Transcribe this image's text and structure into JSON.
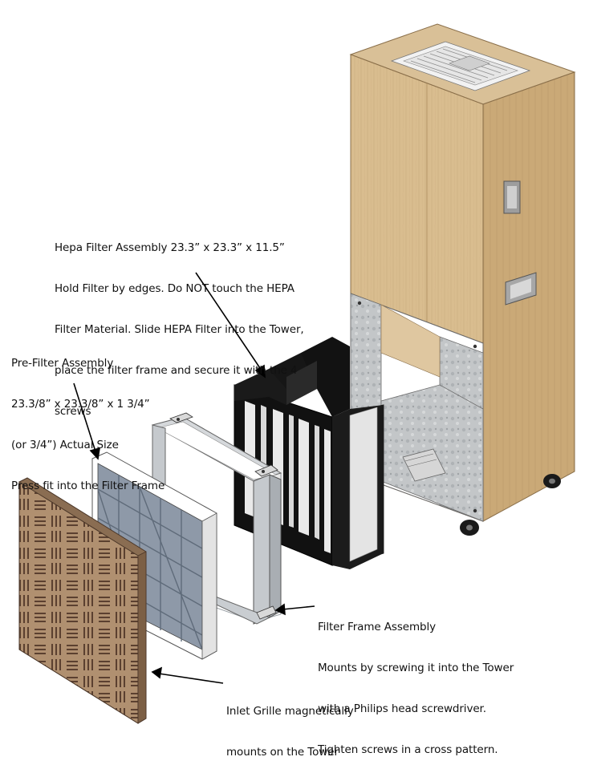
{
  "callouts": {
    "hepa": {
      "lines": [
        "Hepa Filter Assembly 23.3” x 23.3” x 11.5”",
        "Hold Filter by edges. Do NOT touch the HEPA",
        "Filter Material. Slide HEPA Filter into the Tower,",
        "place the filter frame and secure it with the 4",
        "screws"
      ]
    },
    "prefilter": {
      "lines": [
        "Pre-Filter Assembly",
        "23.3/8” x 23.3/8” x 1 3/4”",
        "(or 3/4”) Actual Size",
        "Press fit into the Filter Frame"
      ]
    },
    "frame": {
      "lines": [
        "Filter Frame Assembly",
        "Mounts by screwing it into the Tower",
        "with a Philips head screwdriver.",
        "Tighten screws in a cross pattern."
      ]
    },
    "grille": {
      "lines": [
        "Inlet Grille magnetically",
        "mounts on the Tower"
      ]
    }
  },
  "colors": {
    "wood": "#d6b98a",
    "wood_dark": "#b8976a",
    "wood_side": "#c9a978",
    "metal": "#b9bcbf",
    "grille": "#a88a68",
    "filter_black": "#111111",
    "prefilter": "#8c96a3"
  }
}
